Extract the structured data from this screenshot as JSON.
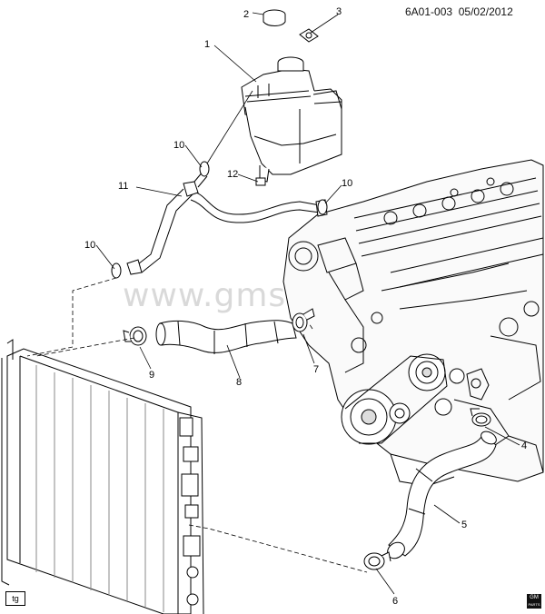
{
  "header": {
    "code": "6A01-003",
    "date": "05/02/2012"
  },
  "watermark": "www.gmsited.ru",
  "callouts": [
    "1",
    "2",
    "3",
    "4",
    "5",
    "6",
    "7",
    "8",
    "9",
    "10",
    "10",
    "10",
    "11",
    "12"
  ],
  "corner_tag": "tg",
  "logo": {
    "line1": "GM",
    "line2": "PARTS"
  }
}
